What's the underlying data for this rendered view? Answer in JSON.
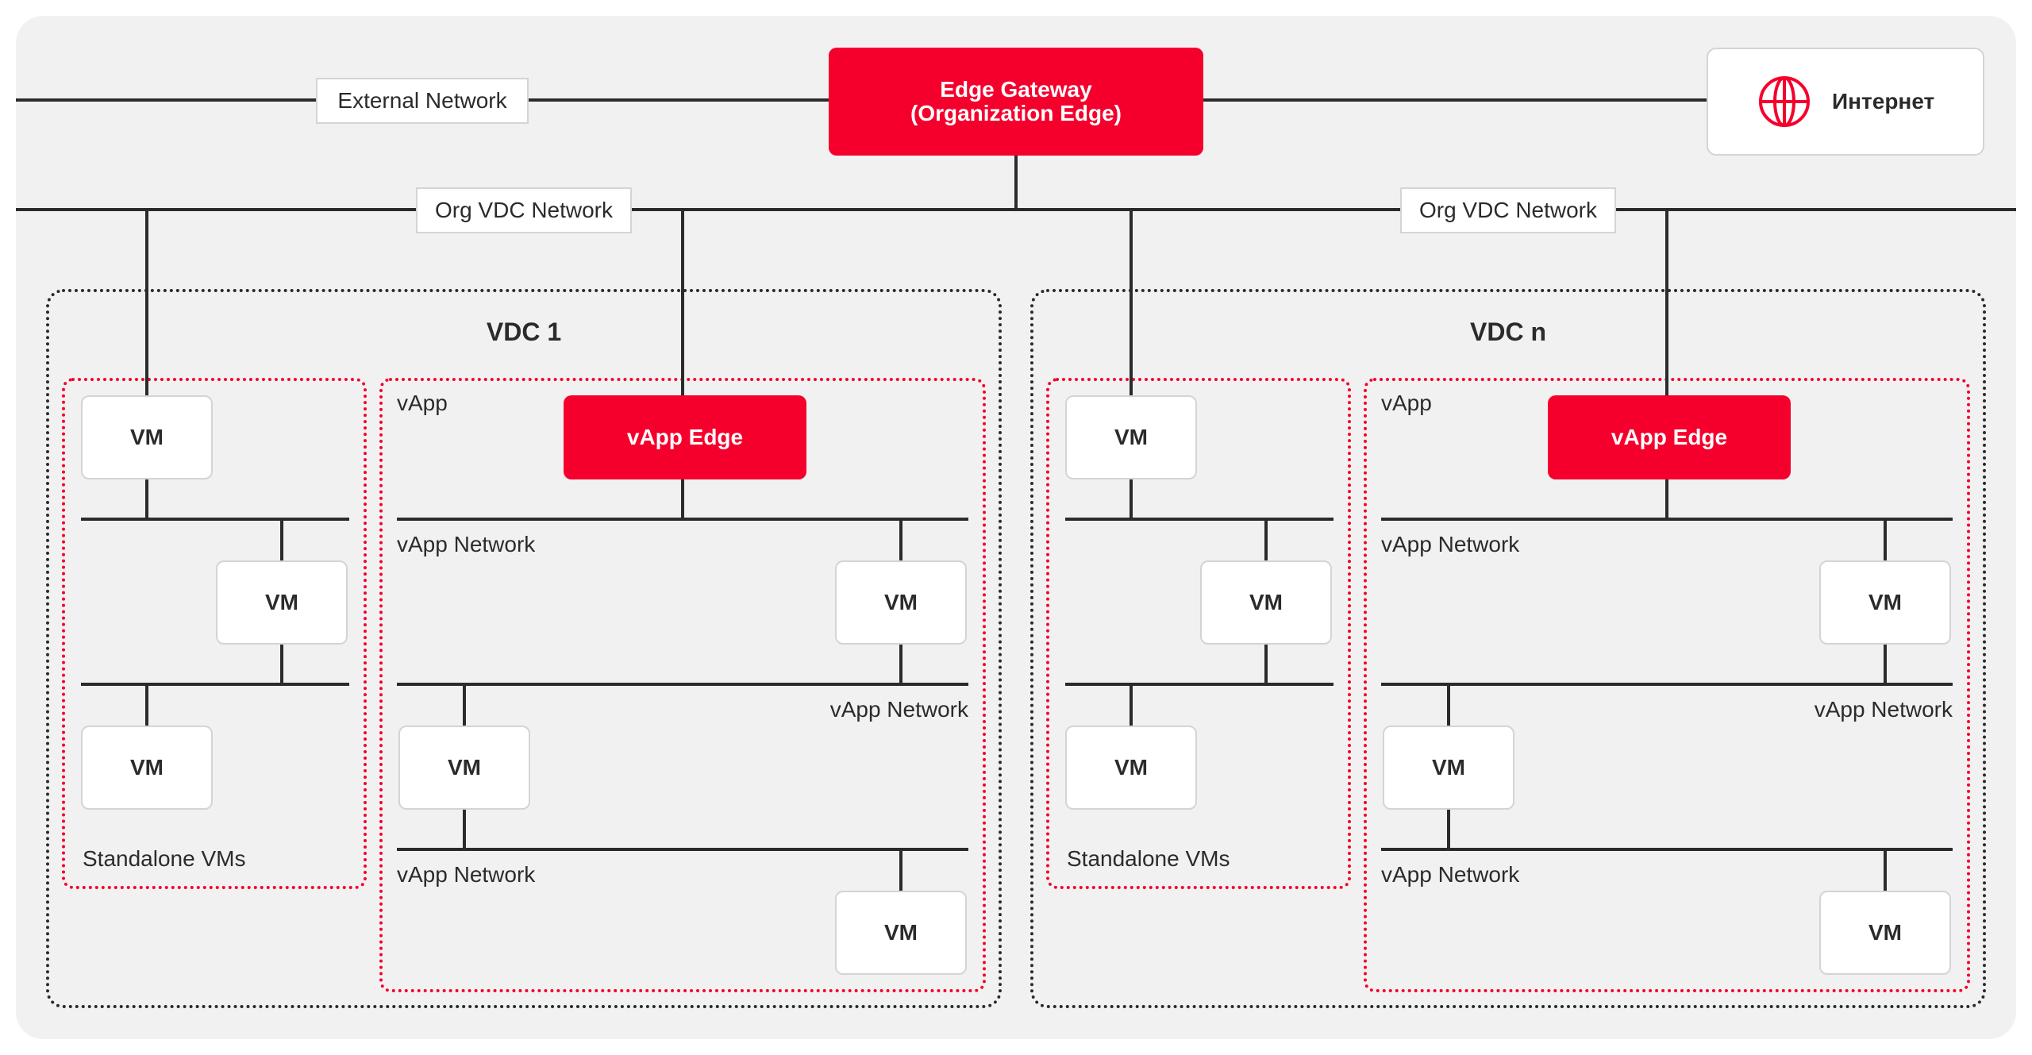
{
  "colors": {
    "accent": "#f5002d",
    "line": "#2b2b2b",
    "background": "#f1f1f1",
    "box_border": "#d4d4d4"
  },
  "top": {
    "external_network_label": "External Network",
    "gateway_line1": "Edge Gateway",
    "gateway_line2": "(Organization Edge)",
    "internet_label": "Интернет",
    "internet_icon": "globe-icon",
    "org_vdc_network_label_left": "Org VDC Network",
    "org_vdc_network_label_right": "Org VDC Network"
  },
  "vdcs": [
    {
      "title": "VDC 1",
      "standalone": {
        "label": "Standalone VMs",
        "vms": [
          "VM",
          "VM",
          "VM"
        ]
      },
      "vapp": {
        "label": "vApp",
        "edge": "vApp Edge",
        "networks": [
          "vApp Network",
          "vApp Network",
          "vApp Network"
        ],
        "vms": [
          "VM",
          "VM",
          "VM"
        ]
      }
    },
    {
      "title": "VDC n",
      "standalone": {
        "label": "Standalone VMs",
        "vms": [
          "VM",
          "VM",
          "VM"
        ]
      },
      "vapp": {
        "label": "vApp",
        "edge": "vApp Edge",
        "networks": [
          "vApp Network",
          "vApp Network",
          "vApp Network"
        ],
        "vms": [
          "VM",
          "VM",
          "VM"
        ]
      }
    }
  ]
}
